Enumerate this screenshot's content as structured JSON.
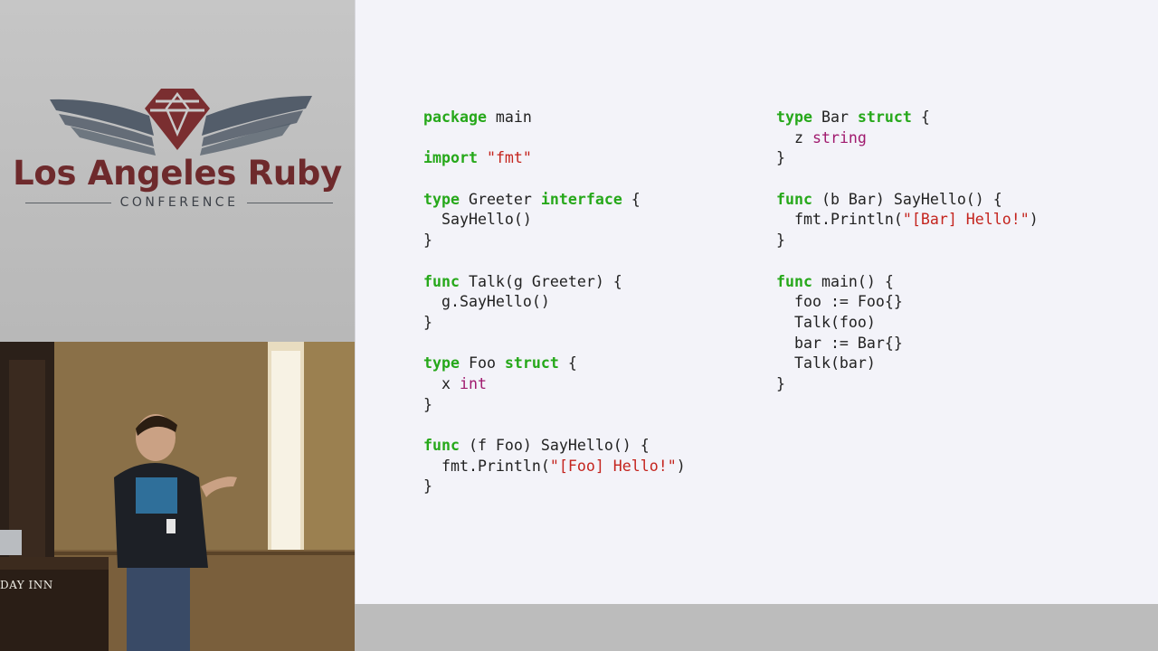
{
  "brand": {
    "title": "Los Angeles Ruby",
    "subtitle": "CONFERENCE",
    "colors": {
      "title": "#6e2a2c",
      "emblem": "#7a2e30",
      "wings": "#4a5563"
    }
  },
  "video": {
    "podium_label": "DAY INN"
  },
  "slide": {
    "left_column": [
      [
        {
          "t": "package",
          "k": "kw"
        },
        {
          "t": " main"
        }
      ],
      [],
      [
        {
          "t": "import",
          "k": "kw"
        },
        {
          "t": " "
        },
        {
          "t": "\"fmt\"",
          "k": "str"
        }
      ],
      [],
      [
        {
          "t": "type",
          "k": "kw"
        },
        {
          "t": " Greeter "
        },
        {
          "t": "interface",
          "k": "kw"
        },
        {
          "t": " {"
        }
      ],
      [
        {
          "t": "  SayHello()"
        }
      ],
      [
        {
          "t": "}"
        }
      ],
      [],
      [
        {
          "t": "func",
          "k": "kw"
        },
        {
          "t": " Talk(g Greeter) {"
        }
      ],
      [
        {
          "t": "  g.SayHello()"
        }
      ],
      [
        {
          "t": "}"
        }
      ],
      [],
      [
        {
          "t": "type",
          "k": "kw"
        },
        {
          "t": " Foo "
        },
        {
          "t": "struct",
          "k": "kw"
        },
        {
          "t": " {"
        }
      ],
      [
        {
          "t": "  x "
        },
        {
          "t": "int",
          "k": "ty"
        }
      ],
      [
        {
          "t": "}"
        }
      ],
      [],
      [
        {
          "t": "func",
          "k": "kw"
        },
        {
          "t": " (f Foo) SayHello() {"
        }
      ],
      [
        {
          "t": "  fmt.Println("
        },
        {
          "t": "\"[Foo] Hello!\"",
          "k": "str"
        },
        {
          "t": ")"
        }
      ],
      [
        {
          "t": "}"
        }
      ]
    ],
    "right_column": [
      [
        {
          "t": "type",
          "k": "kw"
        },
        {
          "t": " Bar "
        },
        {
          "t": "struct",
          "k": "kw"
        },
        {
          "t": " {"
        }
      ],
      [
        {
          "t": "  z "
        },
        {
          "t": "string",
          "k": "ty"
        }
      ],
      [
        {
          "t": "}"
        }
      ],
      [],
      [
        {
          "t": "func",
          "k": "kw"
        },
        {
          "t": " (b Bar) SayHello() {"
        }
      ],
      [
        {
          "t": "  fmt.Println("
        },
        {
          "t": "\"[Bar] Hello!\"",
          "k": "str"
        },
        {
          "t": ")"
        }
      ],
      [
        {
          "t": "}"
        }
      ],
      [],
      [
        {
          "t": "func",
          "k": "kw"
        },
        {
          "t": " main() {"
        }
      ],
      [
        {
          "t": "  foo := Foo{}"
        }
      ],
      [
        {
          "t": "  Talk(foo)"
        }
      ],
      [
        {
          "t": "  bar := Bar{}"
        }
      ],
      [
        {
          "t": "  Talk(bar)"
        }
      ],
      [
        {
          "t": "}"
        }
      ]
    ],
    "colors": {
      "keyword": "#26a81a",
      "string": "#c4241e",
      "type": "#a01a6e",
      "text": "#222222",
      "background": "#f3f3f9"
    }
  }
}
